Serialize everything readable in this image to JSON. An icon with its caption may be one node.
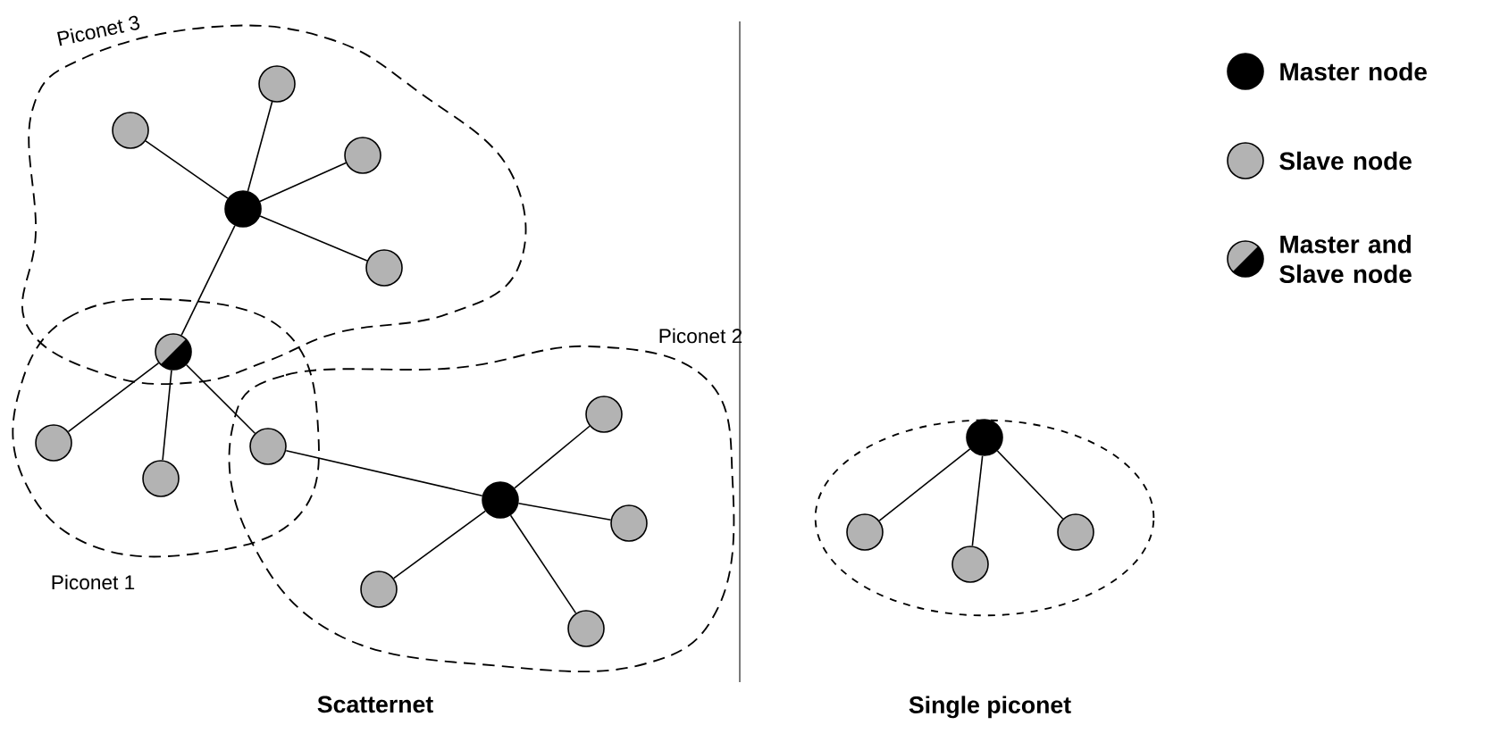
{
  "diagram": {
    "nodes": [
      {
        "text": [
          "Piconet 3"
        ]
      },
      {
        "text": [],
        "shape": "circle",
        "in": 0
      },
      {
        "text": [],
        "shape": "circle",
        "in": 0
      },
      {
        "text": [],
        "shape": "circle",
        "in": 0
      },
      {
        "text": [],
        "shape": "circle",
        "in": 0
      },
      {
        "text": [],
        "shape": "circle",
        "in": 0
      },
      {
        "text": [],
        "shape": "circle"
      },
      {
        "text": [
          "Piconet 1"
        ]
      },
      {
        "text": [],
        "shape": "circle",
        "in": 7
      },
      {
        "text": [],
        "shape": "circle",
        "in": 7
      },
      {
        "text": [],
        "shape": "circle"
      },
      {
        "text": [
          "Piconet 2"
        ]
      },
      {
        "text": [],
        "shape": "circle",
        "in": 11
      },
      {
        "text": [],
        "shape": "circle",
        "in": 11
      },
      {
        "text": [],
        "shape": "circle",
        "in": 11
      },
      {
        "text": [],
        "shape": "circle",
        "in": 11
      },
      {
        "text": [],
        "shape": "circle",
        "in": 11
      },
      {
        "text": [],
        "shape": "ellipse"
      },
      {
        "text": [],
        "shape": "circle",
        "in": 17
      },
      {
        "text": [],
        "shape": "circle",
        "in": 17
      },
      {
        "text": [],
        "shape": "circle",
        "in": 17
      },
      {
        "text": [],
        "shape": "circle",
        "in": 17
      }
    ],
    "edges": [
      {
        "from": 4,
        "to": 1,
        "arrow": "none"
      },
      {
        "from": 4,
        "to": 2,
        "arrow": "none"
      },
      {
        "from": 4,
        "to": 3,
        "arrow": "none"
      },
      {
        "from": 4,
        "to": 5,
        "arrow": "none"
      },
      {
        "from": 4,
        "to": 6,
        "arrow": "none"
      },
      {
        "from": 6,
        "to": 8,
        "arrow": "none"
      },
      {
        "from": 6,
        "to": 9,
        "arrow": "none"
      },
      {
        "from": 6,
        "to": 10,
        "arrow": "none"
      },
      {
        "from": 13,
        "to": 10,
        "arrow": "none"
      },
      {
        "from": 13,
        "to": 12,
        "arrow": "none"
      },
      {
        "from": 13,
        "to": 14,
        "arrow": "none"
      },
      {
        "from": 13,
        "to": 15,
        "arrow": "none"
      },
      {
        "from": 13,
        "to": 16,
        "arrow": "none"
      },
      {
        "from": 18,
        "to": 19,
        "arrow": "none"
      },
      {
        "from": 18,
        "to": 20,
        "arrow": "none"
      },
      {
        "from": 18,
        "to": 21,
        "arrow": "none"
      }
    ],
    "labels": [
      "Scatternet",
      "Single piconet"
    ],
    "legend": [
      {
        "text": "Master node",
        "color": "#000000"
      },
      {
        "text": "Slave node",
        "color": "#b3b3b3"
      },
      {
        "text": "Master and Slave node"
      }
    ]
  }
}
